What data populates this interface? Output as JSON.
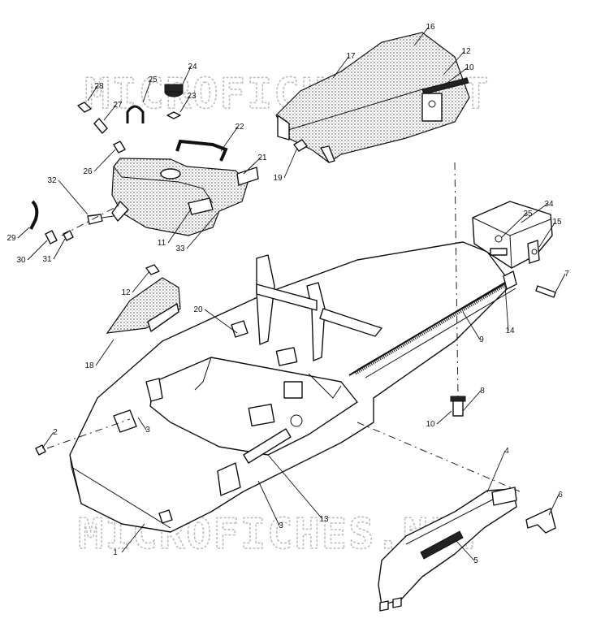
{
  "watermark": {
    "text": "MICROFICHES.NET"
  },
  "callouts": [
    "1",
    "2",
    "3",
    "4",
    "5",
    "6",
    "7",
    "8",
    "9",
    "10",
    "11",
    "12",
    "13",
    "14",
    "15",
    "16",
    "17",
    "18",
    "19",
    "20",
    "21",
    "22",
    "23",
    "24",
    "25",
    "26",
    "27",
    "28",
    "29",
    "30",
    "31",
    "32",
    "33",
    "34",
    "35"
  ],
  "callout_positions_key": "c"
}
